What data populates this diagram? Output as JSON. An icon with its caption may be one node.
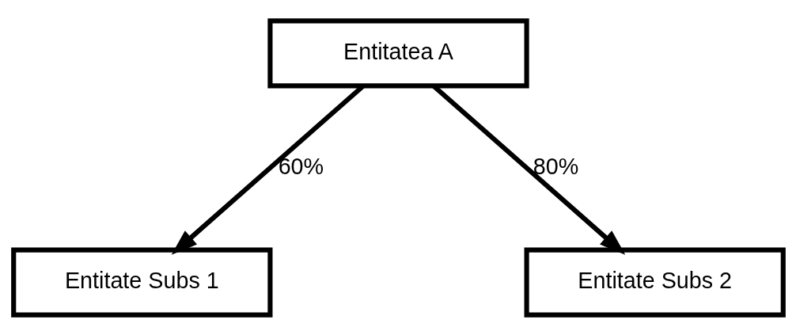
{
  "diagram": {
    "nodes": [
      {
        "text": [
          "Entitatea A"
        ]
      },
      {
        "text": [
          "Entitate Subs 1"
        ]
      },
      {
        "text": [
          "Entitate Subs 2"
        ]
      }
    ],
    "edges": [
      {
        "from": 0,
        "to": 1,
        "arrow": "to",
        "label": "60%"
      },
      {
        "from": 0,
        "to": 2,
        "arrow": "to",
        "label": "80%"
      }
    ]
  }
}
